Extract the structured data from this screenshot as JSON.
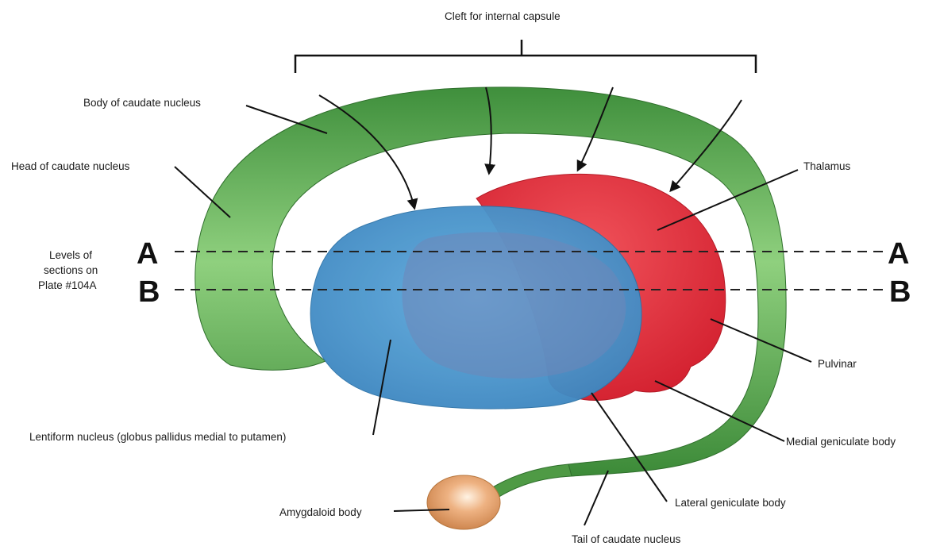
{
  "labels": {
    "cleft": "Cleft for internal capsule",
    "body_caudate": "Body of caudate nucleus",
    "head_caudate": "Head of caudate nucleus",
    "levels_line1": "Levels of",
    "levels_line2": "sections on",
    "levels_line3": "Plate #104A",
    "thalamus": "Thalamus",
    "pulvinar": "Pulvinar",
    "lentiform": "Lentiform nucleus (globus pallidus medial to putamen)",
    "medial_geniculate": "Medial geniculate body",
    "lateral_geniculate": "Lateral geniculate body",
    "amygdaloid": "Amygdaloid body",
    "tail_caudate": "Tail of caudate nucleus"
  },
  "levels": {
    "a": "A",
    "b": "B"
  },
  "colors": {
    "caudate_green": "#5fa84f",
    "lentiform_blue": "#4e97c9",
    "thalamus_red": "#e0313d",
    "amygdala_orange": "#e8a070"
  }
}
